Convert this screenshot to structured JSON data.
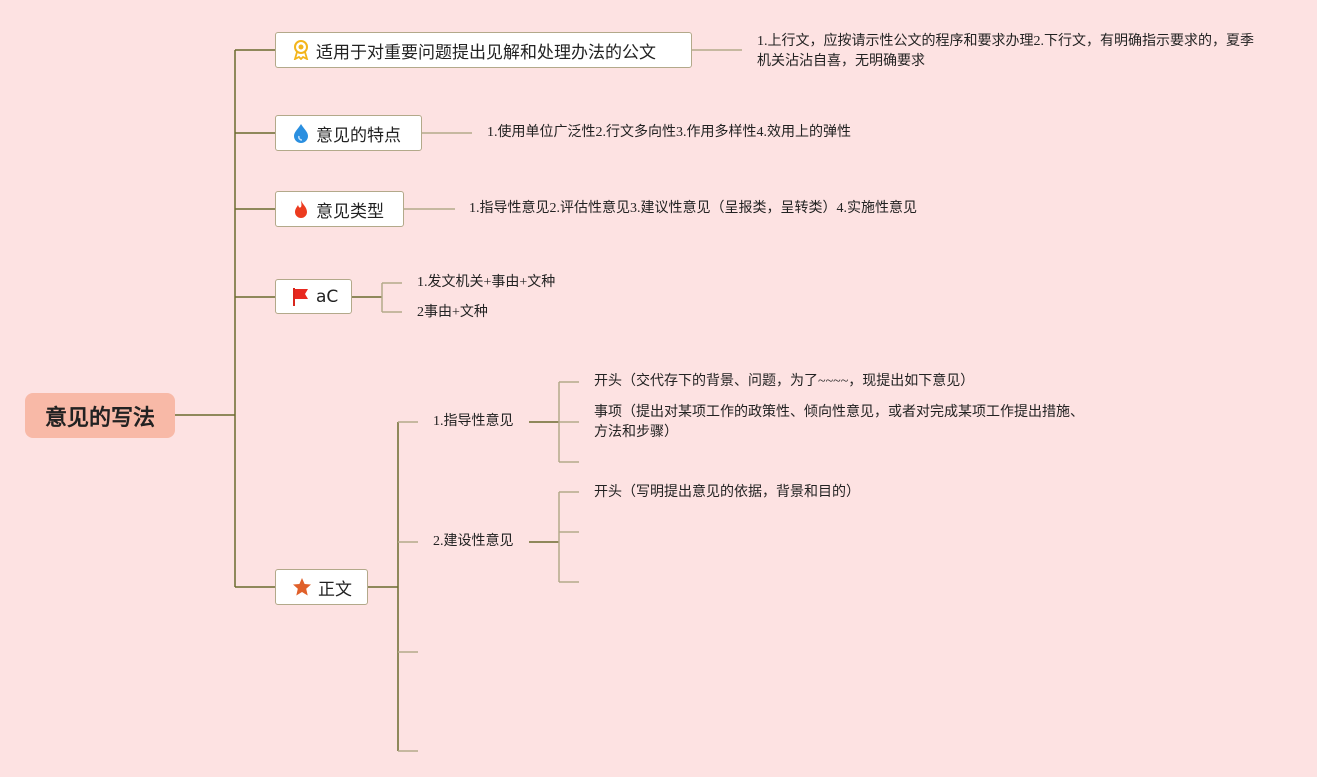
{
  "root": {
    "label": "意见的写法"
  },
  "branches": [
    {
      "label": "适用于对重要问题提出见解和处理办法的公文",
      "icon": "award-ribbon-icon",
      "detail_lines": [
        "1.上行文，应按请示性公文的程序和要求办理2.下行文，有明确指示要求的，夏季",
        "机关沾沾自喜，无明确要求"
      ]
    },
    {
      "label": "意见的特点",
      "icon": "water-drop-icon",
      "detail": "1.使用单位广泛性2.行文多向性3.作用多样性4.效用上的弹性"
    },
    {
      "label": "意见类型",
      "icon": "fire-icon",
      "detail": "1.指导性意见2.评估性意见3.建议性意见（呈报类，呈转类）4.实施性意见"
    },
    {
      "label": "aC",
      "icon": "flag-icon",
      "children": [
        "1.发文机关+事由+文种",
        "2事由+文种"
      ]
    },
    {
      "label": "正文",
      "icon": "star-icon",
      "children": [
        {
          "label": "1.指导性意见",
          "children": [
            "开头（交代存下的背景、问题，为了~~~~，现提出如下意见）",
            [
              "事项（提出对某项工作的政策性、倾向性意见，或者对完成某项工作提出措施、",
              "方法和步骤）"
            ]
          ]
        },
        {
          "label": "2.建设性意见",
          "children": [
            "开头（写明提出意见的依据，背景和目的）"
          ]
        }
      ]
    }
  ],
  "colors": {
    "background": "#fde2e2",
    "root": "#f8b9a7",
    "trunk": "#6b6b2e",
    "branch": "#b3a98a"
  }
}
